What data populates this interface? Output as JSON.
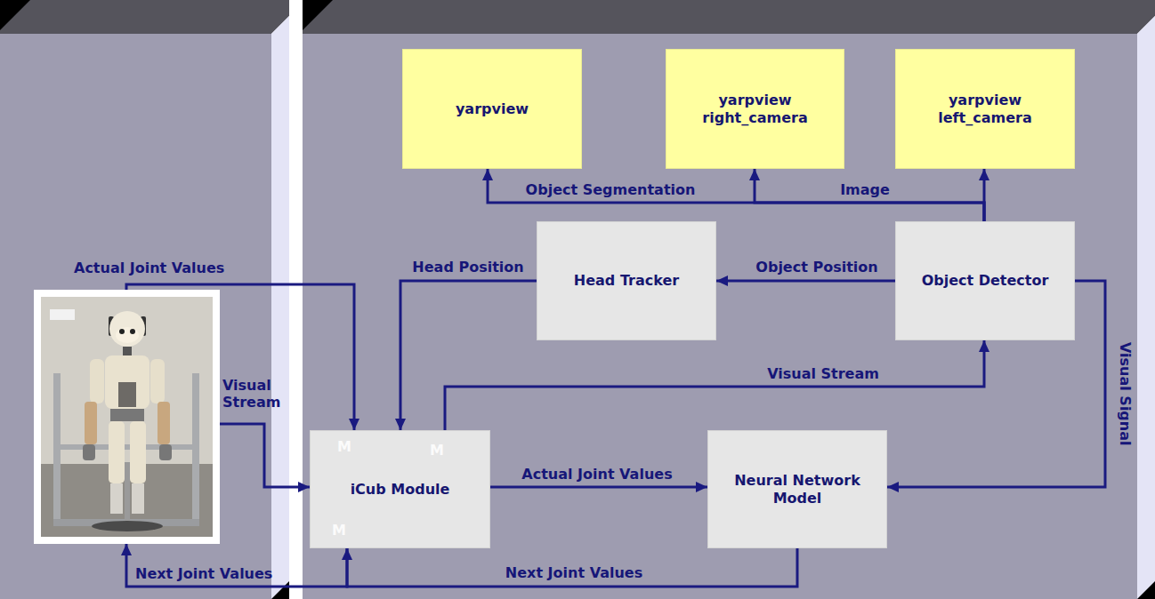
{
  "diagram": {
    "nodes": [
      {
        "text": [
          "yarpview"
        ]
      },
      {
        "text": [
          "yarpview right_camera"
        ]
      },
      {
        "text": [
          "yarpview left_camera"
        ]
      },
      {
        "text": [
          "Head Tracker"
        ]
      },
      {
        "text": [
          "Object Detector"
        ]
      },
      {
        "text": [
          "M",
          "M",
          "iCub Module",
          "M"
        ]
      },
      {
        "text": [
          "Neural Network Model"
        ]
      }
    ],
    "edges": [
      {
        "from": 4,
        "to": 0,
        "label": "Object Segmentation",
        "arrow": "to"
      },
      {
        "from": 4,
        "to": 1,
        "label": "Image",
        "arrow": "to"
      },
      {
        "from": 4,
        "to": 2,
        "arrow": "to"
      },
      {
        "from": 4,
        "to": 3,
        "label": "Object Position",
        "arrow": "to"
      },
      {
        "from": 3,
        "to": 5,
        "label": "Head Position",
        "arrow": "to"
      },
      {
        "from": 5,
        "to": 4,
        "label": "Visual Stream",
        "arrow": "to"
      },
      {
        "from": 4,
        "to": 6,
        "label": "Visual Signal",
        "arrow": "to"
      },
      {
        "from": 5,
        "to": 6,
        "label": "Actual Joint Values",
        "arrow": "to"
      },
      {
        "from": 6,
        "to": 5,
        "label": "Next Joint Values",
        "arrow": "to"
      }
    ],
    "labels": [
      "Actual Joint Values",
      "Visual Stream",
      "Next Joint Values"
    ]
  }
}
